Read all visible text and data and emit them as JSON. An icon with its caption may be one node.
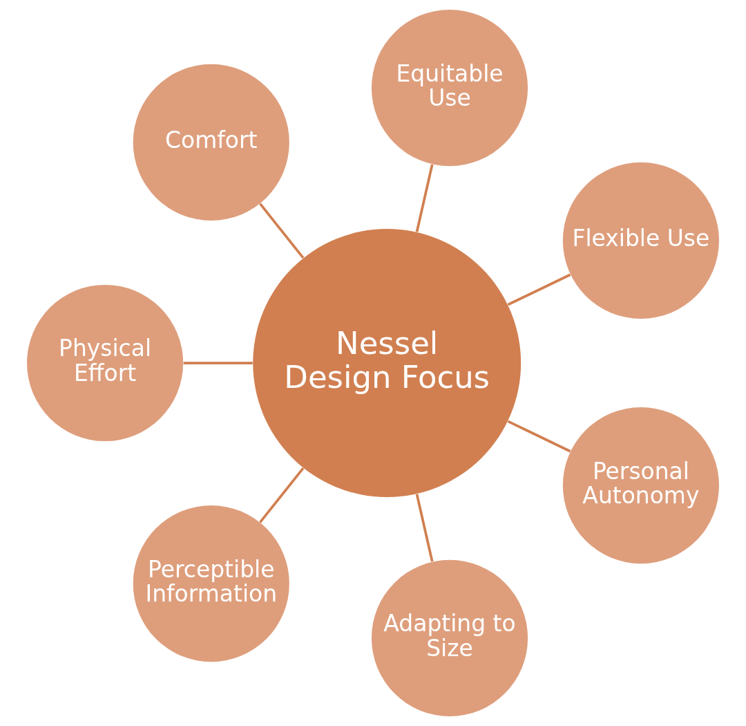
{
  "diagram": {
    "nodes": [
      {
        "text": [
          "Nessel Design Focus"
        ]
      },
      {
        "text": [
          "Flexible Use"
        ]
      },
      {
        "text": [
          "Equitable Use"
        ]
      },
      {
        "text": [
          "Comfort"
        ]
      },
      {
        "text": [
          "Physical Effort"
        ]
      },
      {
        "text": [
          "Perceptible Information"
        ]
      },
      {
        "text": [
          "Adapting to Size"
        ]
      },
      {
        "text": [
          "Personal Autonomy"
        ]
      }
    ],
    "edges": [
      {
        "from": 0,
        "to": 1,
        "arrow": "none"
      },
      {
        "from": 0,
        "to": 2,
        "arrow": "none"
      },
      {
        "from": 0,
        "to": 3,
        "arrow": "none"
      },
      {
        "from": 0,
        "to": 4,
        "arrow": "none"
      },
      {
        "from": 0,
        "to": 5,
        "arrow": "none"
      },
      {
        "from": 0,
        "to": 6,
        "arrow": "none"
      },
      {
        "from": 0,
        "to": 7,
        "arrow": "none"
      }
    ]
  }
}
